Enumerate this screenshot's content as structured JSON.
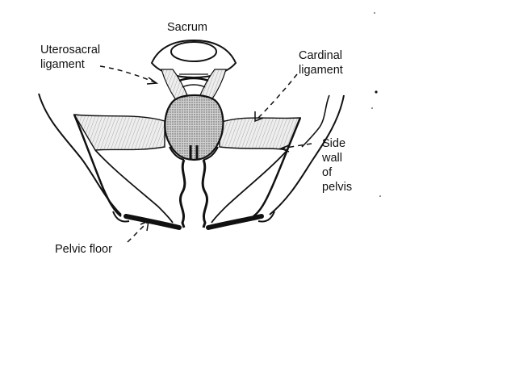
{
  "diagram": {
    "labels": {
      "sacrum": "Sacrum",
      "uterosacral_line1": "Uterosacral",
      "uterosacral_line2": "ligament",
      "cardinal_line1": "Cardinal",
      "cardinal_line2": "ligament",
      "side_wall_line1": "Side",
      "side_wall_line2": "wall",
      "side_wall_line3": "of",
      "side_wall_line4": "pelvis",
      "pelvic_floor": "Pelvic floor"
    },
    "colors": {
      "ink": "#111111",
      "ligament_fill": "#e6e6e6",
      "uterus_fill": "#bdbdbd",
      "background": "#ffffff"
    }
  }
}
